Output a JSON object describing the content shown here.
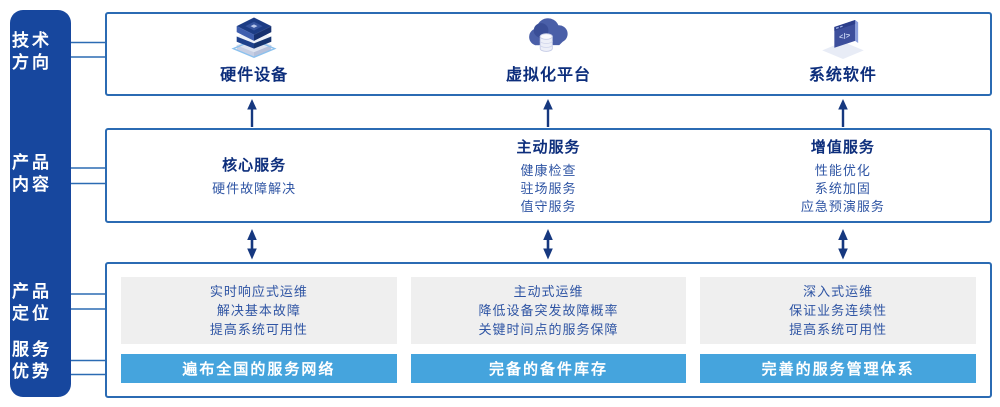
{
  "colors": {
    "sidebar_blue": "#17479E",
    "box_border_blue": "#2B6BB3",
    "banner_blue": "#45A4DD",
    "heading_navy": "#0D2E7C",
    "body_blue": "#2F55A4",
    "card_gray": "#EFEFEF",
    "arrow_navy": "#16387F"
  },
  "sidebar": {
    "items": [
      {
        "line1": "技术",
        "line2": "方向"
      },
      {
        "line1": "产品",
        "line2": "内容"
      },
      {
        "line1": "产品",
        "line2": "定位"
      },
      {
        "line1": "服务",
        "line2": "优势"
      }
    ]
  },
  "tech_row": {
    "items": [
      {
        "icon": "server-stack-icon",
        "label": "硬件设备"
      },
      {
        "icon": "cloud-database-icon",
        "label": "虚拟化平台"
      },
      {
        "icon": "code-window-icon",
        "label": "系统软件"
      }
    ]
  },
  "services_row": {
    "columns": [
      {
        "title": "核心服务",
        "items": [
          "硬件故障解决"
        ]
      },
      {
        "title": "主动服务",
        "items": [
          "健康检查",
          "驻场服务",
          "值守服务"
        ]
      },
      {
        "title": "增值服务",
        "items": [
          "性能优化",
          "系统加固",
          "应急预演服务"
        ]
      }
    ]
  },
  "positioning_row": {
    "columns": [
      {
        "lines": [
          "实时响应式运维",
          "解决基本故障",
          "提高系统可用性"
        ],
        "banner": "遍布全国的服务网络"
      },
      {
        "lines": [
          "主动式运维",
          "降低设备突发故障概率",
          "关键时间点的服务保障"
        ],
        "banner": "完备的备件库存"
      },
      {
        "lines": [
          "深入式运维",
          "保证业务连续性",
          "提高系统可用性"
        ],
        "banner": "完善的服务管理体系"
      }
    ]
  }
}
